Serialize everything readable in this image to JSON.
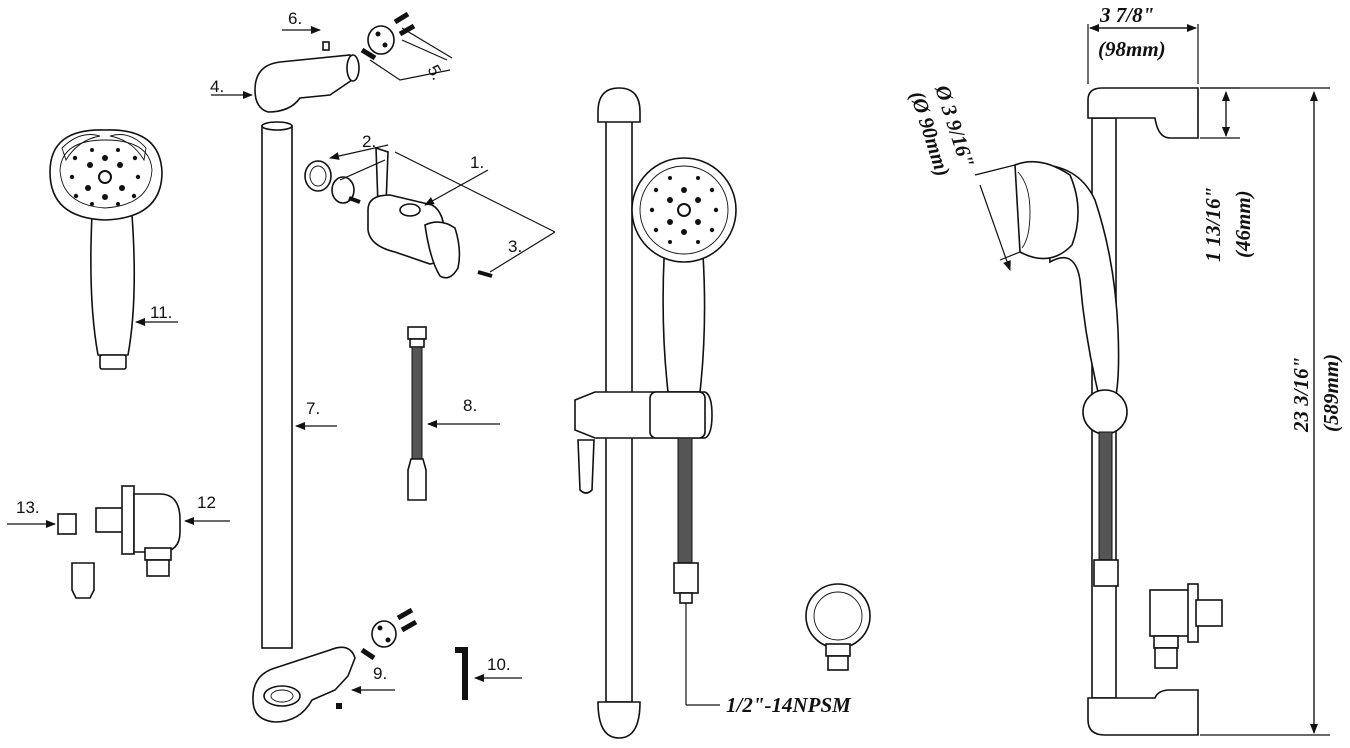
{
  "parts": {
    "p1": "1.",
    "p2": "2.",
    "p3": "3.",
    "p4": "4.",
    "p5": "5.",
    "p6": "6.",
    "p7": "7.",
    "p8": "8.",
    "p9": "9.",
    "p10": "10.",
    "p11": "11.",
    "p12": "12",
    "p13": "13."
  },
  "dimensions": {
    "width_in": "3 7/8\"",
    "width_mm": "(98mm)",
    "diameter_in": "Ø 3 9/16\"",
    "diameter_mm": "(Ø 90mm)",
    "bracket_in": "1 13/16\"",
    "bracket_mm": "(46mm)",
    "height_in": "23 3/16\"",
    "height_mm": "(589mm)",
    "thread": "1/2\"-14NPSM"
  }
}
